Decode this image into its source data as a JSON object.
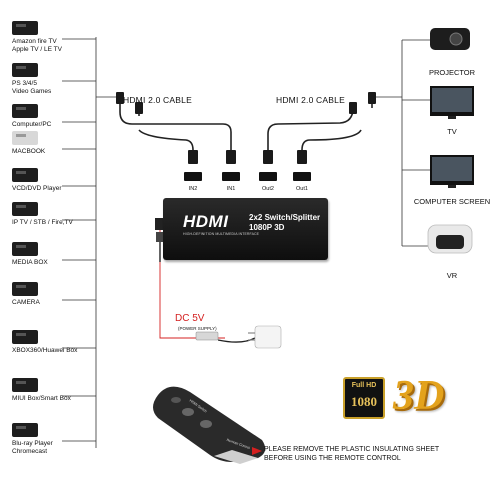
{
  "sources": [
    {
      "id": "amazon",
      "label": "Amazon fire TV\nApple TV / LE TV",
      "icon": "set-top-box-icon"
    },
    {
      "id": "ps",
      "label": "PS 3/4/5\nVideo Games",
      "icon": "game-console-icon"
    },
    {
      "id": "pc",
      "label": "Computer/PC",
      "icon": "computer-icon"
    },
    {
      "id": "macbook",
      "label": "MACBOOK",
      "icon": "laptop-icon"
    },
    {
      "id": "dvd",
      "label": "VCD/DVD Player",
      "icon": "dvd-player-icon"
    },
    {
      "id": "iptv",
      "label": "IP TV / STB / Fire,TV",
      "icon": "iptv-box-icon"
    },
    {
      "id": "mediabox",
      "label": "MEDIA BOX",
      "icon": "media-box-icon"
    },
    {
      "id": "camera",
      "label": "CAMERA",
      "icon": "camera-icon"
    },
    {
      "id": "xbox",
      "label": "XBOX360/Huawei Box",
      "icon": "xbox-icon"
    },
    {
      "id": "miui",
      "label": "MIUI Box/Smart Box",
      "icon": "smart-box-icon"
    },
    {
      "id": "bluray",
      "label": "Blu-ray Player\nChromecast",
      "icon": "bluray-player-icon"
    }
  ],
  "outputs": [
    {
      "id": "projector",
      "label": "PROJECTOR",
      "icon": "projector-icon"
    },
    {
      "id": "tv",
      "label": "TV",
      "icon": "tv-icon"
    },
    {
      "id": "screen",
      "label": "COMPUTER SCREEN",
      "icon": "monitor-icon"
    },
    {
      "id": "vr",
      "label": "VR",
      "icon": "vr-headset-icon"
    }
  ],
  "cables": {
    "left": "HDMI 2.0 CABLE",
    "right": "HDMI 2.0 CABLE"
  },
  "ports": [
    "IN2",
    "IN1",
    "Out2",
    "Out1"
  ],
  "device": {
    "logo": "HDMI",
    "tagline": "HIGH-DEFINITION MULTIMEDIA INTERFACE",
    "model": "2x2 Switch/Splitter\n1080P 3D"
  },
  "power": {
    "label": "DC 5V",
    "sublabel": "(POWER SUPPLY)"
  },
  "remote": {
    "top": "HDMI Switch",
    "bottom": "Remote Control"
  },
  "note": "PLEASE REMOVE THE PLASTIC INSULATING SHEET\nBEFORE USING THE REMOTE CONTROL",
  "badges": {
    "full_hd_top": "Full HD",
    "full_hd_num": "1080",
    "three_d": "3D"
  },
  "colors": {
    "dc_label": "#d42020",
    "badge_gold": "#e3a21c",
    "arrow_red": "#d42020"
  }
}
